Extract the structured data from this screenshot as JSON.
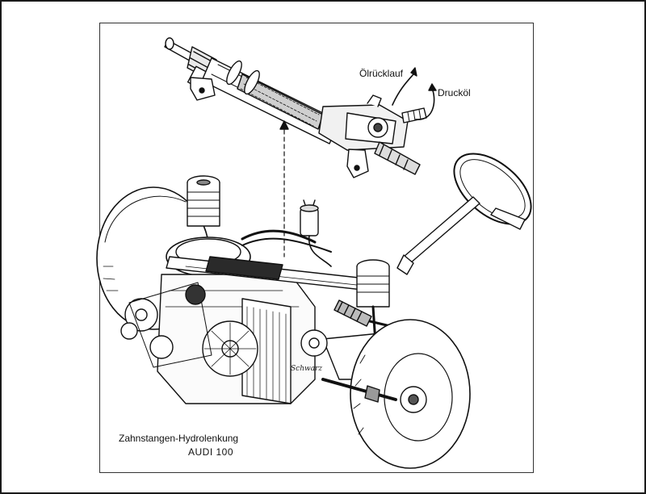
{
  "labels": {
    "oil_return": "Ölrücklauf",
    "pressure_oil": "Drucköl"
  },
  "caption": {
    "line1": "Zahnstangen-Hydrolenkung",
    "line2": "AUDI 100"
  },
  "signature": "Schwarz"
}
